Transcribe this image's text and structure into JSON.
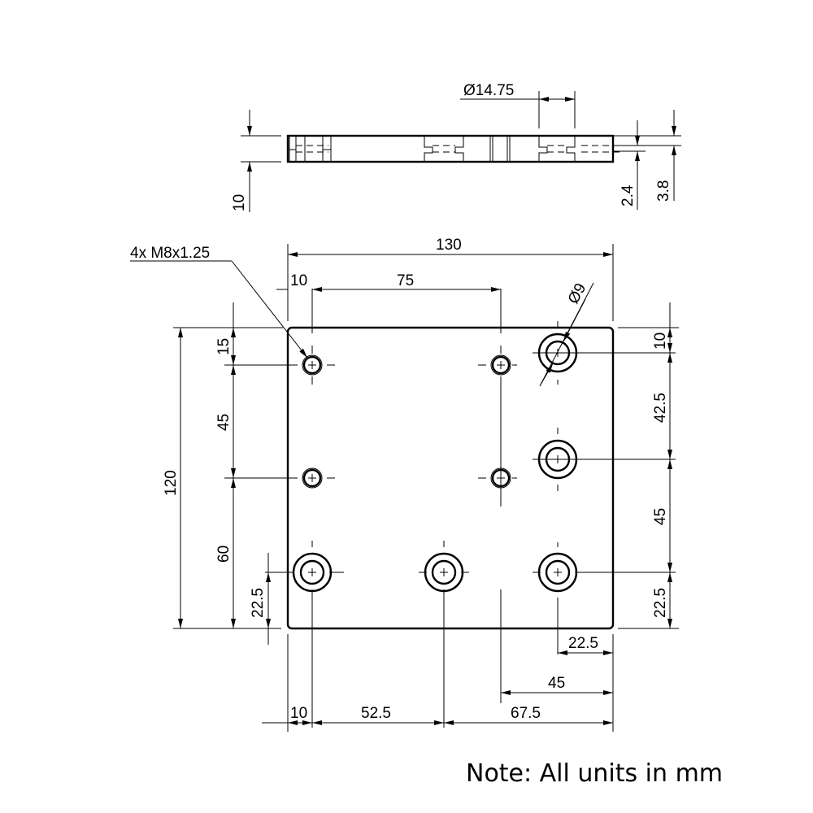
{
  "side_view": {
    "thickness": "10",
    "counterbore_diameter": "Ø14.75",
    "depth_a": "2.4",
    "depth_b": "3.8"
  },
  "top_view": {
    "width": "130",
    "height": "120",
    "thread_callout": "4x M8x1.25",
    "hole_diameter": "Ø9",
    "top_dims": {
      "left_offset": "10",
      "spacing": "75"
    },
    "left_dims": {
      "top": "15",
      "mid": "45",
      "bottom": "60",
      "hole_from_bottom": "22.5"
    },
    "right_dims": {
      "top": "10",
      "a": "42.5",
      "b": "45",
      "c": "22.5"
    },
    "bottom_dims": {
      "a": "10",
      "b": "52.5",
      "c": "67.5",
      "right_45": "45",
      "right_22_5": "22.5"
    }
  },
  "note": "Note: All units in mm"
}
